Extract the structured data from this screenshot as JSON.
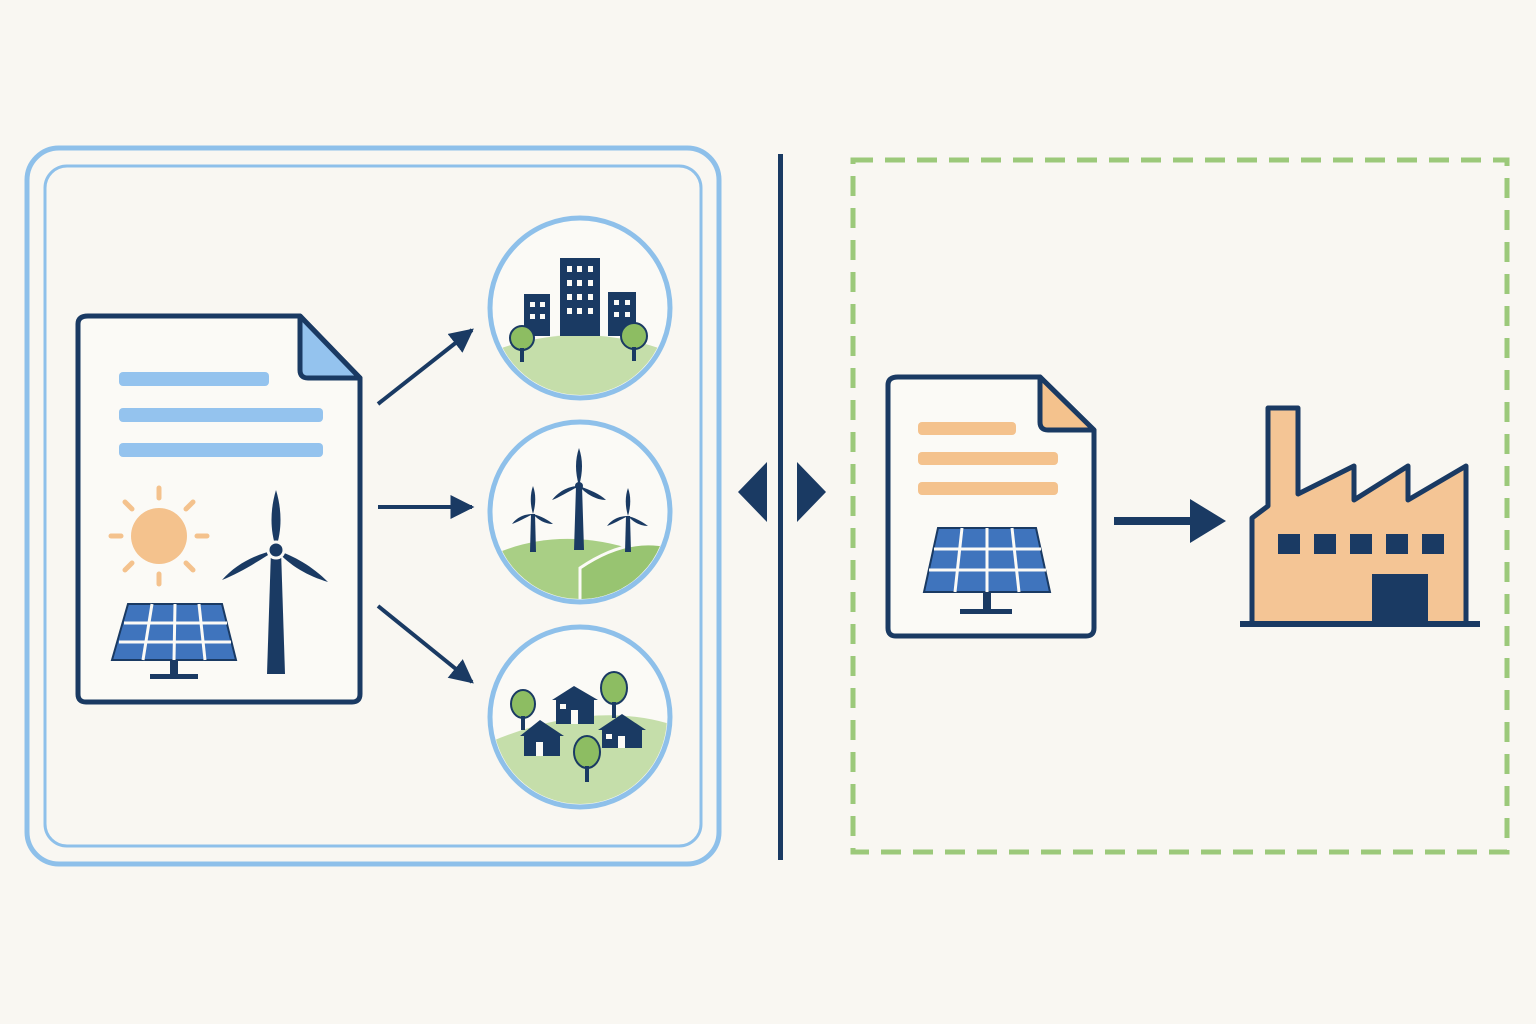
{
  "colors": {
    "background": "#f9f7f2",
    "navy": "#1a3a63",
    "panel_blue": "#8ec0ea",
    "text_line_blue": "#94c3ee",
    "panel_blue_solid": "#3f74bd",
    "sun_orange": "#f4c28d",
    "text_line_orange": "#f4c28d",
    "factory_fill": "#f4c595",
    "grass_green": "#a9cf85",
    "grass_light": "#cfe3b1",
    "tree_green": "#8dbd62",
    "dashed_green": "#9cc97a"
  },
  "left_panel": {
    "frame": "double-rounded-border",
    "document": {
      "text_lines": 3,
      "icons": [
        "sun-icon",
        "wind-turbine-icon",
        "solar-panel-icon"
      ]
    },
    "arrows": [
      "arrow-up-right",
      "arrow-right",
      "arrow-down-right"
    ],
    "destinations": [
      "city-buildings",
      "wind-farm",
      "village-houses"
    ]
  },
  "divider": {
    "style": "vertical-line-with-opposing-arrowheads"
  },
  "right_panel": {
    "frame": "dashed-border",
    "document": {
      "text_lines": 3,
      "icons": [
        "solar-panel-icon"
      ]
    },
    "arrow": "arrow-right",
    "destination": "factory"
  }
}
